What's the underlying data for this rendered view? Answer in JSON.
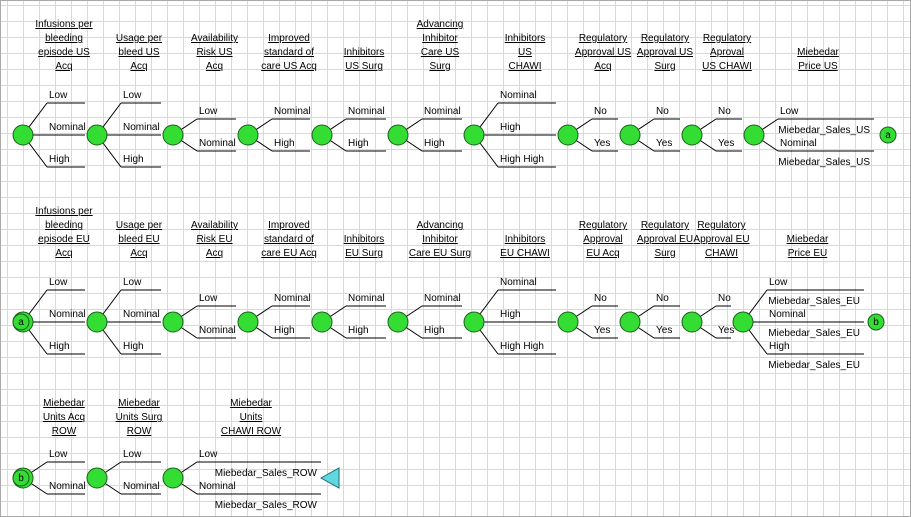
{
  "colors": {
    "chance": "#33dd33",
    "chance_stroke": "#1a5f1a",
    "terminal": "#5fd8e0",
    "line": "#000000",
    "grid": "#d9d9d9"
  },
  "rows": [
    {
      "name": "us",
      "nodes": [
        {
          "title": [
            "Infusions per",
            "bleeding",
            "episode US",
            "Acq"
          ],
          "branches": [
            "Low",
            "Nominal",
            "High"
          ]
        },
        {
          "title": [
            "Usage per",
            "bleed US",
            "Acq"
          ],
          "branches": [
            "Low",
            "Nominal",
            "High"
          ]
        },
        {
          "title": [
            "Availability",
            "Risk US",
            "Acq"
          ],
          "branches": [
            "Low",
            "Nominal"
          ]
        },
        {
          "title": [
            "Improved",
            "standard of",
            "care US Acq"
          ],
          "branches": [
            "Nominal",
            "High"
          ]
        },
        {
          "title": [
            "Inhibitors",
            "US Surg"
          ],
          "branches": [
            "Nominal",
            "High"
          ]
        },
        {
          "title": [
            "Advancing",
            "Inhibitor",
            "Care US",
            "Surg"
          ],
          "branches": [
            "Nominal",
            "High"
          ]
        },
        {
          "title": [
            "Inhibitors",
            "US",
            "CHAWI"
          ],
          "branches": [
            "Nominal",
            "High",
            "High High"
          ]
        },
        {
          "title": [
            "Regulatory",
            "Approval US",
            "Acq"
          ],
          "branches": [
            "No",
            "Yes"
          ]
        },
        {
          "title": [
            "Regulatory",
            "Approval US",
            "Surg"
          ],
          "branches": [
            "No",
            "Yes"
          ]
        },
        {
          "title": [
            "Regulatory",
            "Aproval",
            "US CHAWI"
          ],
          "branches": [
            "No",
            "Yes"
          ]
        },
        {
          "title": [
            "Miebedar",
            "Price US"
          ],
          "branches": [
            "Low",
            "Nominal"
          ],
          "outcomes": [
            "Miebedar_Sales_US",
            "Miebedar_Sales_US"
          ]
        }
      ],
      "end_connector": "a"
    },
    {
      "name": "eu",
      "start_connector": "a",
      "nodes": [
        {
          "title": [
            "Infusions per",
            "bleeding",
            "episode EU",
            "Acq"
          ],
          "branches": [
            "Low",
            "Nominal",
            "High"
          ]
        },
        {
          "title": [
            "Usage per",
            "bleed EU",
            "Acq"
          ],
          "branches": [
            "Low",
            "Nominal",
            "High"
          ]
        },
        {
          "title": [
            "Availability",
            "Risk EU",
            "Acq"
          ],
          "branches": [
            "Low",
            "Nominal"
          ]
        },
        {
          "title": [
            "Improved",
            "standard of",
            "care EU Acq"
          ],
          "branches": [
            "Nominal",
            "High"
          ]
        },
        {
          "title": [
            "Inhibitors",
            "EU Surg"
          ],
          "branches": [
            "Nominal",
            "High"
          ]
        },
        {
          "title": [
            "Advancing",
            "Inhibitor",
            "Care EU Surg"
          ],
          "branches": [
            "Nominal",
            "High"
          ]
        },
        {
          "title": [
            "Inhibitors",
            "EU CHAWI"
          ],
          "branches": [
            "Nominal",
            "High",
            "High High"
          ]
        },
        {
          "title": [
            "Regulatory",
            "Approval",
            "EU Acq"
          ],
          "branches": [
            "No",
            "Yes"
          ]
        },
        {
          "title": [
            "Regulatory",
            "Approval EU",
            "Surg"
          ],
          "branches": [
            "No",
            "Yes"
          ]
        },
        {
          "title": [
            "Regulatory",
            "Approval EU",
            "CHAWI"
          ],
          "branches": [
            "No",
            "Yes"
          ]
        },
        {
          "title": [
            "Miebedar",
            "Price EU"
          ],
          "branches": [
            "Low",
            "Nominal",
            "High"
          ],
          "outcomes": [
            "Miebedar_Sales_EU",
            "Miebedar_Sales_EU",
            "Miebedar_Sales_EU"
          ]
        }
      ],
      "end_connector": "b"
    },
    {
      "name": "row",
      "start_connector": "b",
      "nodes": [
        {
          "title": [
            "Miebedar",
            "Units Acq",
            "ROW"
          ],
          "branches": [
            "Low",
            "Nominal"
          ]
        },
        {
          "title": [
            "Miebedar",
            "Units Surg",
            "ROW"
          ],
          "branches": [
            "Low",
            "Nominal"
          ]
        },
        {
          "title": [
            "Miebedar",
            "Units",
            "CHAWI ROW"
          ],
          "branches": [
            "Low",
            "Nominal"
          ],
          "outcomes": [
            "Miebedar_Sales_ROW",
            "Miebedar_Sales_ROW"
          ]
        }
      ],
      "terminal": true
    }
  ]
}
